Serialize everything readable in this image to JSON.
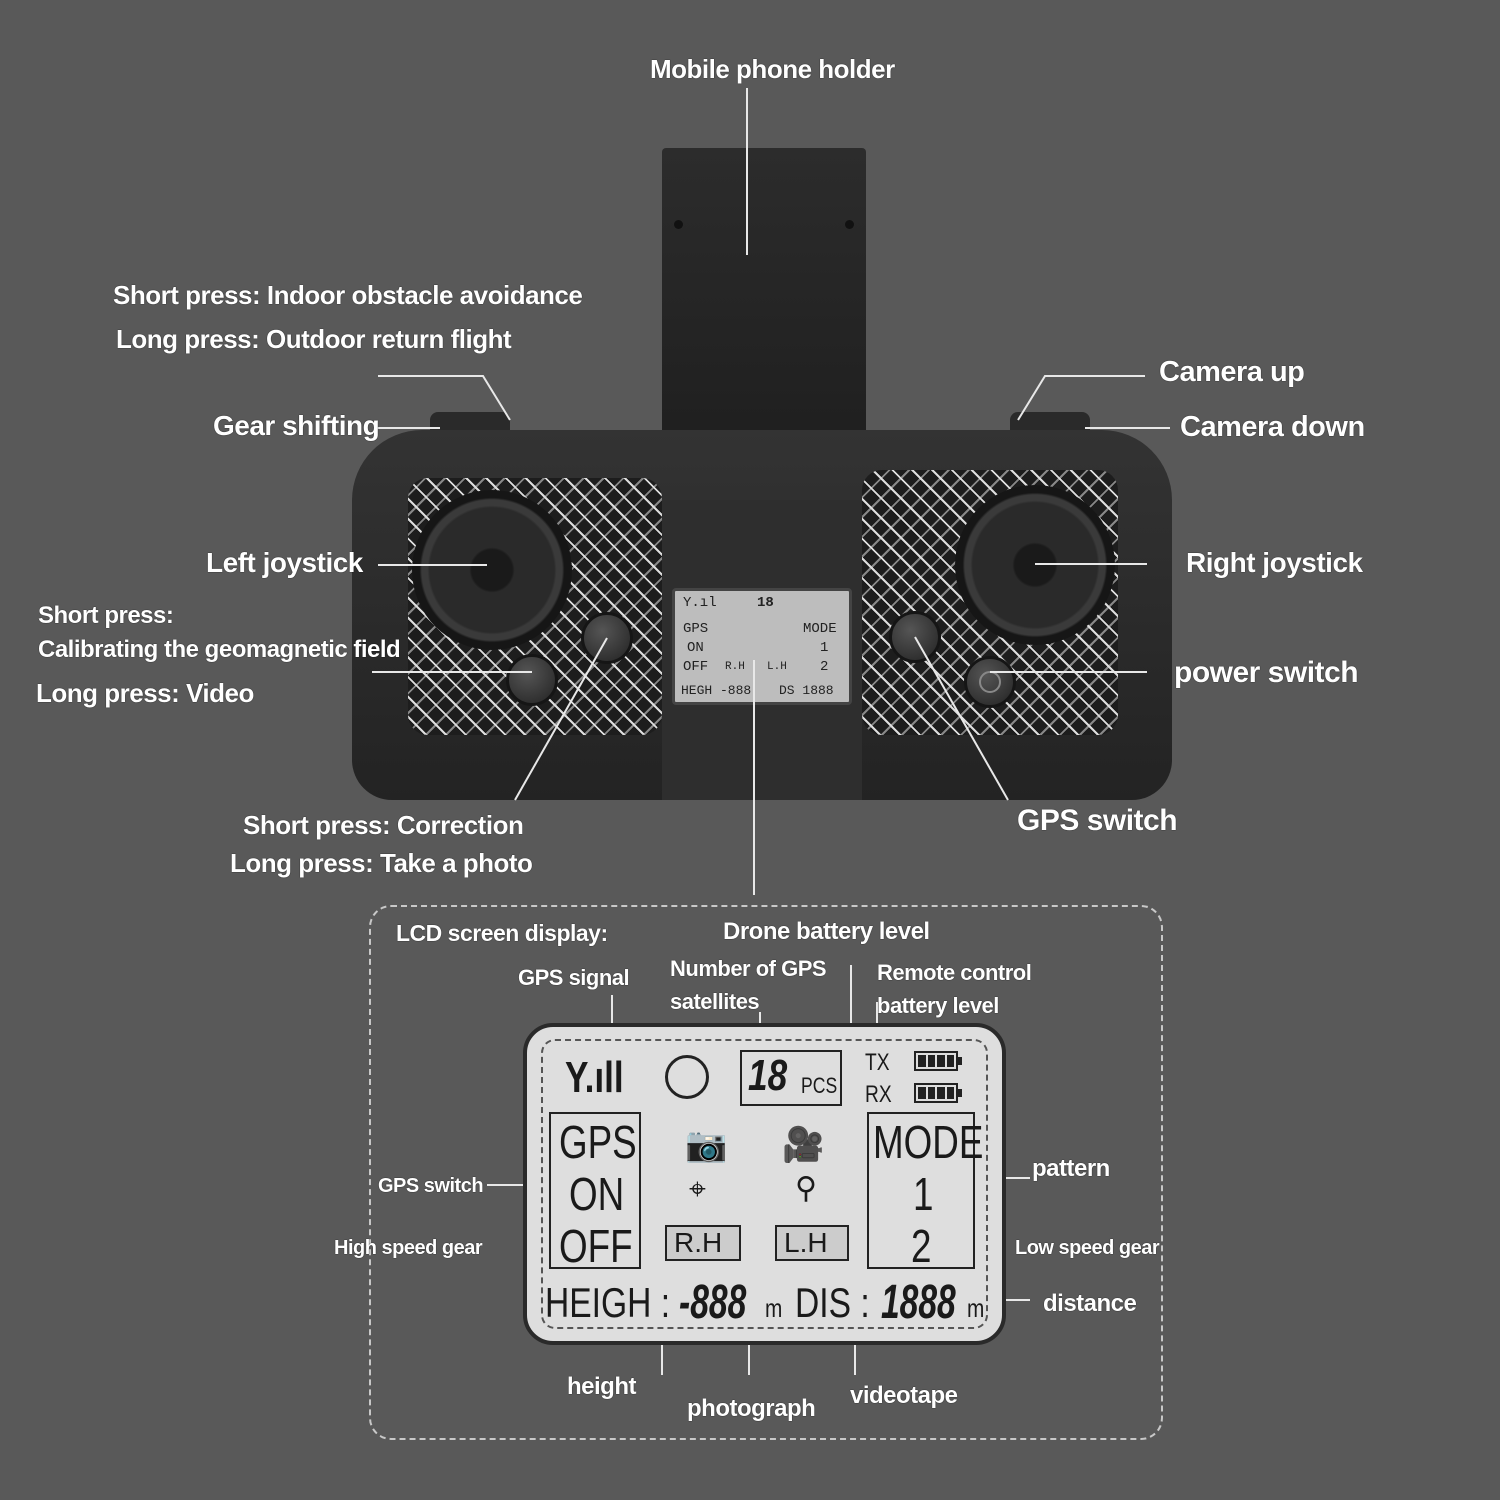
{
  "labels": {
    "phone_holder": "Mobile phone holder",
    "short_press_indoor": "Short press: Indoor obstacle avoidance",
    "long_press_return": "Long press: Outdoor return flight",
    "gear_shifting": "Gear shifting",
    "camera_up": "Camera up",
    "camera_down": "Camera down",
    "left_joystick": "Left joystick",
    "right_joystick": "Right joystick",
    "short_press": "Short press:",
    "calibrating": "Calibrating the geomagnetic field",
    "long_press_video": "Long press: Video",
    "power_switch": "power switch",
    "short_press_correction": "Short press: Correction",
    "long_press_photo": "Long press: Take a photo",
    "gps_switch": "GPS switch"
  },
  "lcd_labels": {
    "title": "LCD screen display:",
    "drone_battery": "Drone battery level",
    "gps_signal": "GPS signal",
    "num_sats_1": "Number of GPS",
    "num_sats_2": "satellites",
    "rc_battery_1": "Remote control",
    "rc_battery_2": "battery level",
    "gps_switch": "GPS switch",
    "high_speed": "High speed gear",
    "pattern": "pattern",
    "low_speed": "Low speed gear",
    "distance": "distance",
    "height": "height",
    "photograph": "photograph",
    "videotape": "videotape"
  },
  "lcd": {
    "sats": "18",
    "pcs": "PCS",
    "tx": "TX",
    "rx": "RX",
    "gps": "GPS",
    "on": "ON",
    "off": "OFF",
    "mode": "MODE",
    "mode1": "1",
    "mode2": "2",
    "rh": "R.H",
    "lh": "L.H",
    "heigh": "HEIGH :",
    "height_val": "-888",
    "dis": "DIS :",
    "dis_val": "1888",
    "unit": "m"
  },
  "mini_lcd": {
    "sats": "18",
    "gps": "GPS",
    "on": "ON",
    "off": "OFF",
    "mode": "MODE",
    "mode1": "1",
    "mode2": "2",
    "rh": "R.H",
    "lh": "L.H",
    "heigh": "HEGH -888",
    "dis": "DS 1888"
  }
}
